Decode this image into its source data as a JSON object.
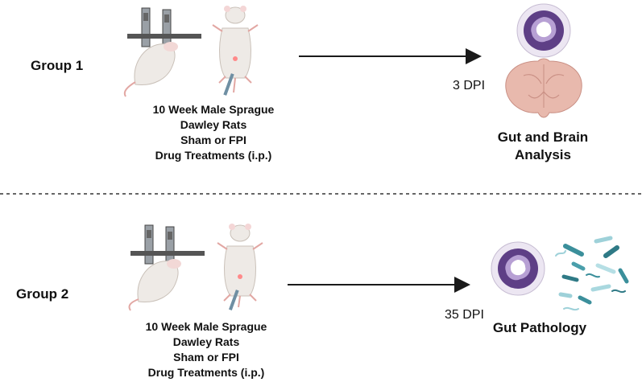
{
  "groups": [
    {
      "label": "Group 1",
      "description": [
        "10 Week Male Sprague",
        "Dawley Rats",
        "Sham or FPI",
        "Drug Treatments (i.p.)"
      ],
      "timepoint": "3 DPI",
      "outcome": [
        "Gut and Brain",
        "Analysis"
      ]
    },
    {
      "label": "Group 2",
      "description": [
        "10 Week Male Sprague",
        "Dawley Rats",
        "Sham or FPI",
        "Drug Treatments (i.p.)"
      ],
      "timepoint": "35 DPI",
      "outcome": [
        "Gut Pathology"
      ]
    }
  ],
  "icons": {
    "stereotaxic": "stereotaxic-frame-rat-icon",
    "injection": "rat-injection-icon",
    "gut": "gut-cross-section-icon",
    "brain": "brain-coronal-section-icon",
    "bacteria": "bacteria-icon"
  },
  "colors": {
    "arrow": "#1a1a1a",
    "divider": "#333333",
    "gut_outer": "#5e3f86",
    "gut_inner": "#a58bc8",
    "brain": "#e8b9ad",
    "bacteria_teal": "#3b8f9b"
  }
}
